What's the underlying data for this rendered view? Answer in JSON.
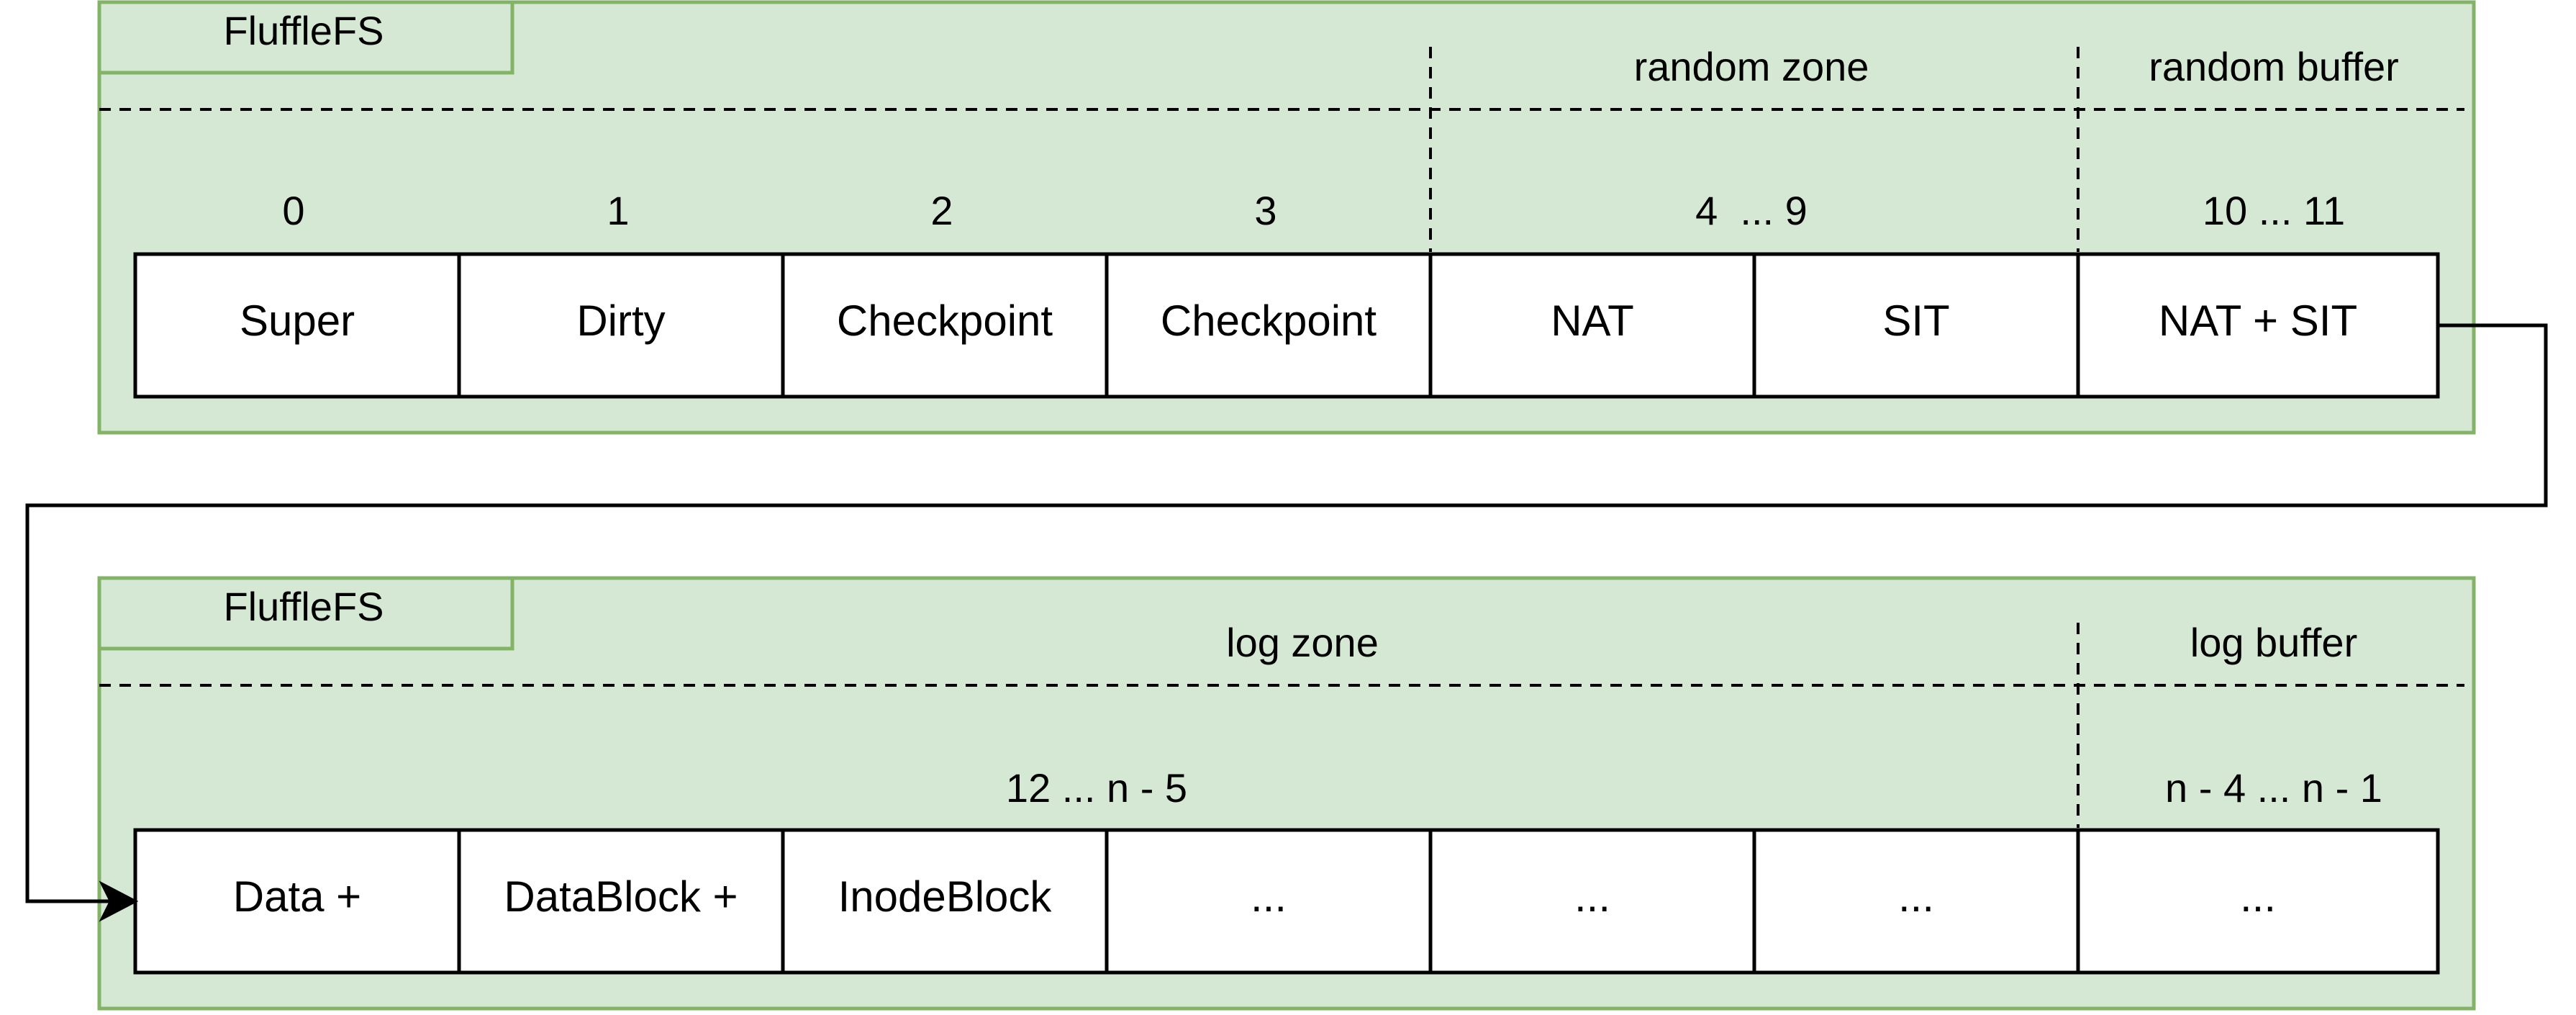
{
  "colors": {
    "panel_fill": "#d5e8d4",
    "panel_stroke": "#82b366",
    "cell_fill": "#ffffff",
    "line": "#000000"
  },
  "panels": [
    {
      "id": "top",
      "tab_label": "FluffleFS",
      "zones": [
        "",
        "random zone",
        "random buffer"
      ],
      "block_labels": [
        "0",
        "1",
        "2",
        "3",
        "4  ... 9",
        "10 ... 11"
      ],
      "cells": [
        "Super",
        "Dirty",
        "Checkpoint",
        "Checkpoint",
        "NAT",
        "SIT",
        "NAT + SIT"
      ]
    },
    {
      "id": "bottom",
      "tab_label": "FluffleFS",
      "zones": [
        "log zone",
        "log buffer"
      ],
      "block_labels": [
        "12 ... n - 5",
        "n - 4 ... n - 1"
      ],
      "cells": [
        "Data +",
        "DataBlock +",
        "InodeBlock",
        "...",
        "...",
        "...",
        "..."
      ]
    }
  ],
  "connector": {
    "from": "NAT + SIT",
    "to": "Data +",
    "arrow": "arrowhead"
  }
}
